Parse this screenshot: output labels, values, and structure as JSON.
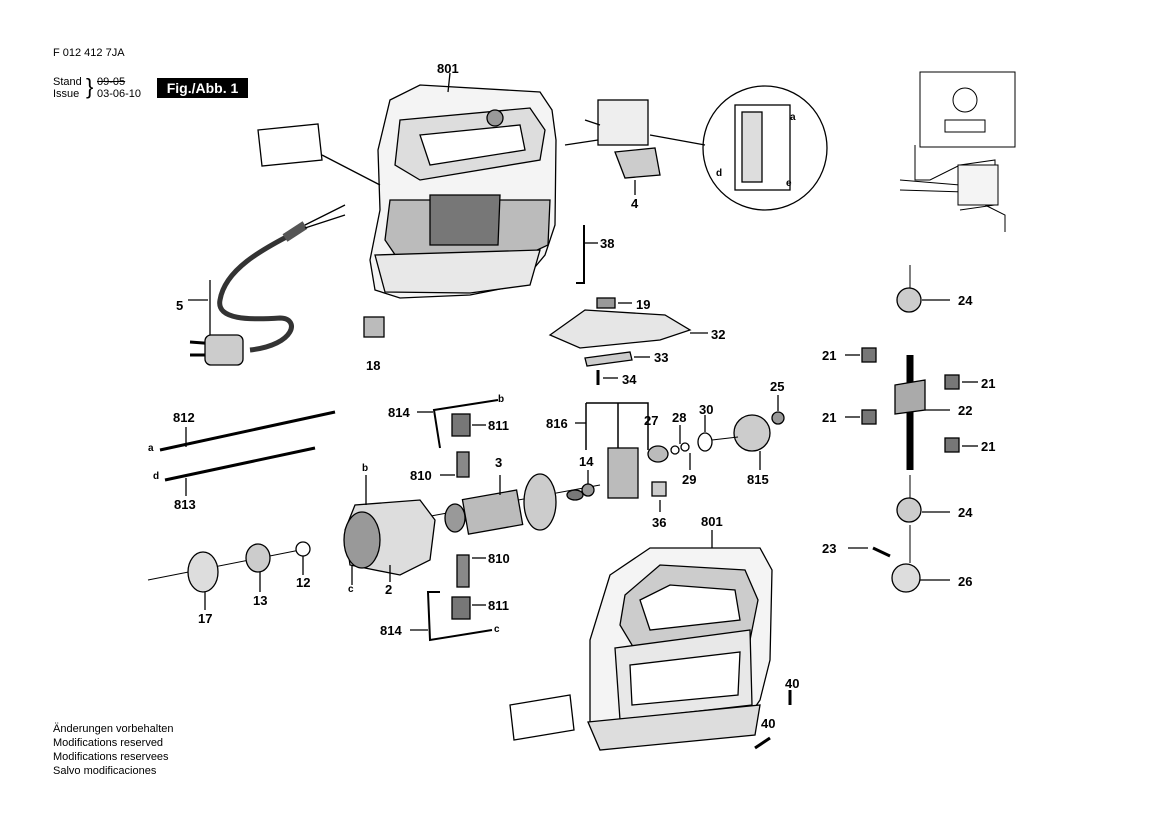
{
  "header": {
    "doc_number": "F 012 412 7JA",
    "stand_label": "Stand",
    "issue_label": "Issue",
    "stand_date": "09-05",
    "issue_date": "03-06-10",
    "figure_label": "Fig./Abb. 1"
  },
  "footer": {
    "notes": [
      "Änderungen vorbehalten",
      "Modifications reserved",
      "Modifications reservees",
      "Salvo modificaciones"
    ]
  },
  "parts": {
    "p801a": "801",
    "p801b": "801",
    "p4": "4",
    "p38": "38",
    "p5": "5",
    "p18": "18",
    "p19": "19",
    "p32": "32",
    "p33": "33",
    "p34": "34",
    "p812": "812",
    "p813": "813",
    "p814a": "814",
    "p814b": "814",
    "p811a": "811",
    "p811b": "811",
    "p810a": "810",
    "p810b": "810",
    "p3": "3",
    "p2": "2",
    "p12": "12",
    "p13": "13",
    "p17": "17",
    "p816": "816",
    "p14": "14",
    "p27": "27",
    "p28": "28",
    "p29": "29",
    "p30": "30",
    "p25": "25",
    "p815": "815",
    "p36": "36",
    "p24a": "24",
    "p24b": "24",
    "p21a": "21",
    "p21b": "21",
    "p21c": "21",
    "p21d": "21",
    "p22": "22",
    "p23": "23",
    "p26": "26",
    "p40a": "40",
    "p40b": "40"
  },
  "letters": {
    "a1": "a",
    "b1": "b",
    "c1": "c",
    "d1": "d",
    "e1": "e",
    "a2": "a",
    "b2": "b",
    "c2": "c",
    "d2": "d"
  }
}
